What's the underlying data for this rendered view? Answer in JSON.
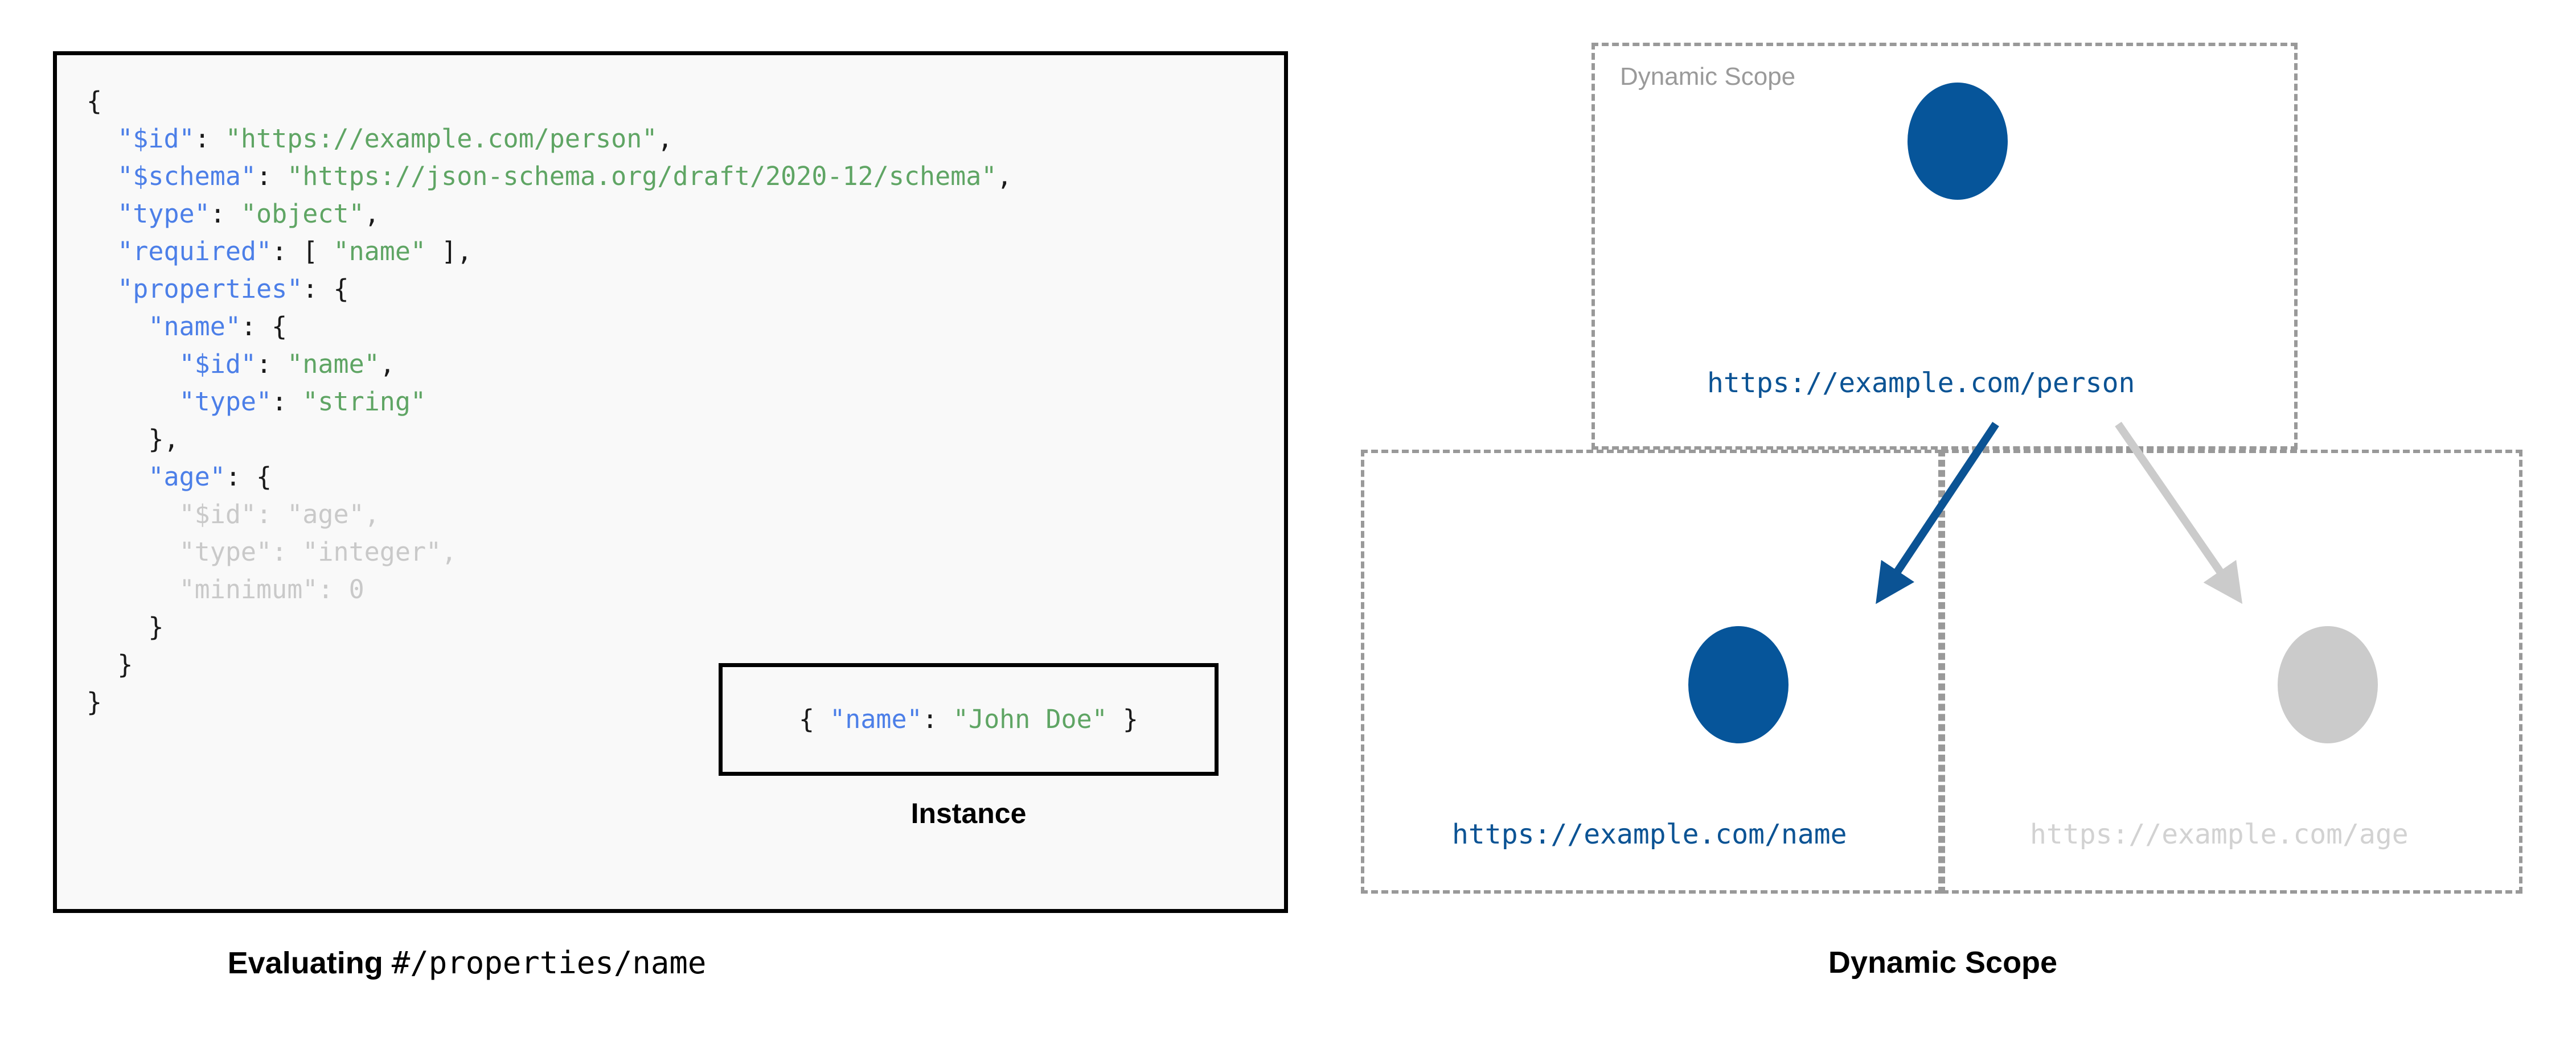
{
  "figure": {
    "left_caption_bold": "Evaluating ",
    "left_caption_mono": "#/properties/name",
    "right_caption": "Dynamic Scope"
  },
  "schema_panel": {
    "instance_caption": "Instance",
    "instance_code_lines": [
      "{ \"name\": \"John Doe\" }"
    ],
    "instance_parts": {
      "open_brace": "{ ",
      "key": "\"name\"",
      "colon": ": ",
      "value": "\"John Doe\"",
      "close_brace": " }"
    },
    "code_lines": [
      {
        "indent": 0,
        "tokens": [
          {
            "t": "{",
            "c": "p"
          }
        ]
      },
      {
        "indent": 1,
        "tokens": [
          {
            "t": "\"$id\"",
            "c": "k"
          },
          {
            "t": ": ",
            "c": "p"
          },
          {
            "t": "\"https://example.com/person\"",
            "c": "s"
          },
          {
            "t": ",",
            "c": "p"
          }
        ]
      },
      {
        "indent": 1,
        "tokens": [
          {
            "t": "\"$schema\"",
            "c": "k"
          },
          {
            "t": ": ",
            "c": "p"
          },
          {
            "t": "\"https://json-schema.org/draft/2020-12/schema\"",
            "c": "s"
          },
          {
            "t": ",",
            "c": "p"
          }
        ]
      },
      {
        "indent": 1,
        "tokens": [
          {
            "t": "\"type\"",
            "c": "k"
          },
          {
            "t": ": ",
            "c": "p"
          },
          {
            "t": "\"object\"",
            "c": "s"
          },
          {
            "t": ",",
            "c": "p"
          }
        ]
      },
      {
        "indent": 1,
        "tokens": [
          {
            "t": "\"required\"",
            "c": "k"
          },
          {
            "t": ": [ ",
            "c": "p"
          },
          {
            "t": "\"name\"",
            "c": "s"
          },
          {
            "t": " ],",
            "c": "p"
          }
        ]
      },
      {
        "indent": 1,
        "tokens": [
          {
            "t": "\"properties\"",
            "c": "k"
          },
          {
            "t": ": {",
            "c": "p"
          }
        ]
      },
      {
        "indent": 2,
        "tokens": [
          {
            "t": "\"name\"",
            "c": "k"
          },
          {
            "t": ": {",
            "c": "p"
          }
        ]
      },
      {
        "indent": 3,
        "tokens": [
          {
            "t": "\"$id\"",
            "c": "k"
          },
          {
            "t": ": ",
            "c": "p"
          },
          {
            "t": "\"name\"",
            "c": "s"
          },
          {
            "t": ",",
            "c": "p"
          }
        ]
      },
      {
        "indent": 3,
        "tokens": [
          {
            "t": "\"type\"",
            "c": "k"
          },
          {
            "t": ": ",
            "c": "p"
          },
          {
            "t": "\"string\"",
            "c": "s"
          }
        ]
      },
      {
        "indent": 2,
        "tokens": [
          {
            "t": "},",
            "c": "p"
          }
        ]
      },
      {
        "indent": 2,
        "tokens": [
          {
            "t": "\"age\"",
            "c": "k"
          },
          {
            "t": ": {",
            "c": "p"
          }
        ]
      },
      {
        "indent": 3,
        "tokens": [
          {
            "t": "\"$id\"",
            "c": "dim-k"
          },
          {
            "t": ": ",
            "c": "dim-p"
          },
          {
            "t": "\"age\"",
            "c": "dim-s"
          },
          {
            "t": ",",
            "c": "dim-p"
          }
        ]
      },
      {
        "indent": 3,
        "tokens": [
          {
            "t": "\"type\"",
            "c": "dim-k"
          },
          {
            "t": ": ",
            "c": "dim-p"
          },
          {
            "t": "\"integer\"",
            "c": "dim-s"
          },
          {
            "t": ",",
            "c": "dim-p"
          }
        ]
      },
      {
        "indent": 3,
        "tokens": [
          {
            "t": "\"minimum\"",
            "c": "dim-k"
          },
          {
            "t": ": ",
            "c": "dim-p"
          },
          {
            "t": "0",
            "c": "dim-s"
          }
        ]
      },
      {
        "indent": 2,
        "tokens": [
          {
            "t": "}",
            "c": "p"
          }
        ]
      },
      {
        "indent": 1,
        "tokens": [
          {
            "t": "}",
            "c": "p"
          }
        ]
      },
      {
        "indent": 0,
        "tokens": [
          {
            "t": "}",
            "c": "p"
          }
        ]
      }
    ]
  },
  "scope_diagram": {
    "root_box_label": "Dynamic Scope",
    "nodes": [
      {
        "id": "person",
        "label": "https://example.com/person",
        "state": "active"
      },
      {
        "id": "name",
        "label": "https://example.com/name",
        "state": "active"
      },
      {
        "id": "age",
        "label": "https://example.com/age",
        "state": "inactive"
      }
    ],
    "edges": [
      {
        "from": "person",
        "to": "name",
        "state": "active"
      },
      {
        "from": "person",
        "to": "age",
        "state": "inactive"
      }
    ]
  },
  "colors": {
    "accent_blue": "#06559A",
    "label_blue": "#0B5394",
    "inactive_gray": "#cbcbcb",
    "dashed_border": "#999999",
    "json_key": "#4c7fe8",
    "json_string": "#5fa564",
    "code_background": "#f9f9f9"
  }
}
